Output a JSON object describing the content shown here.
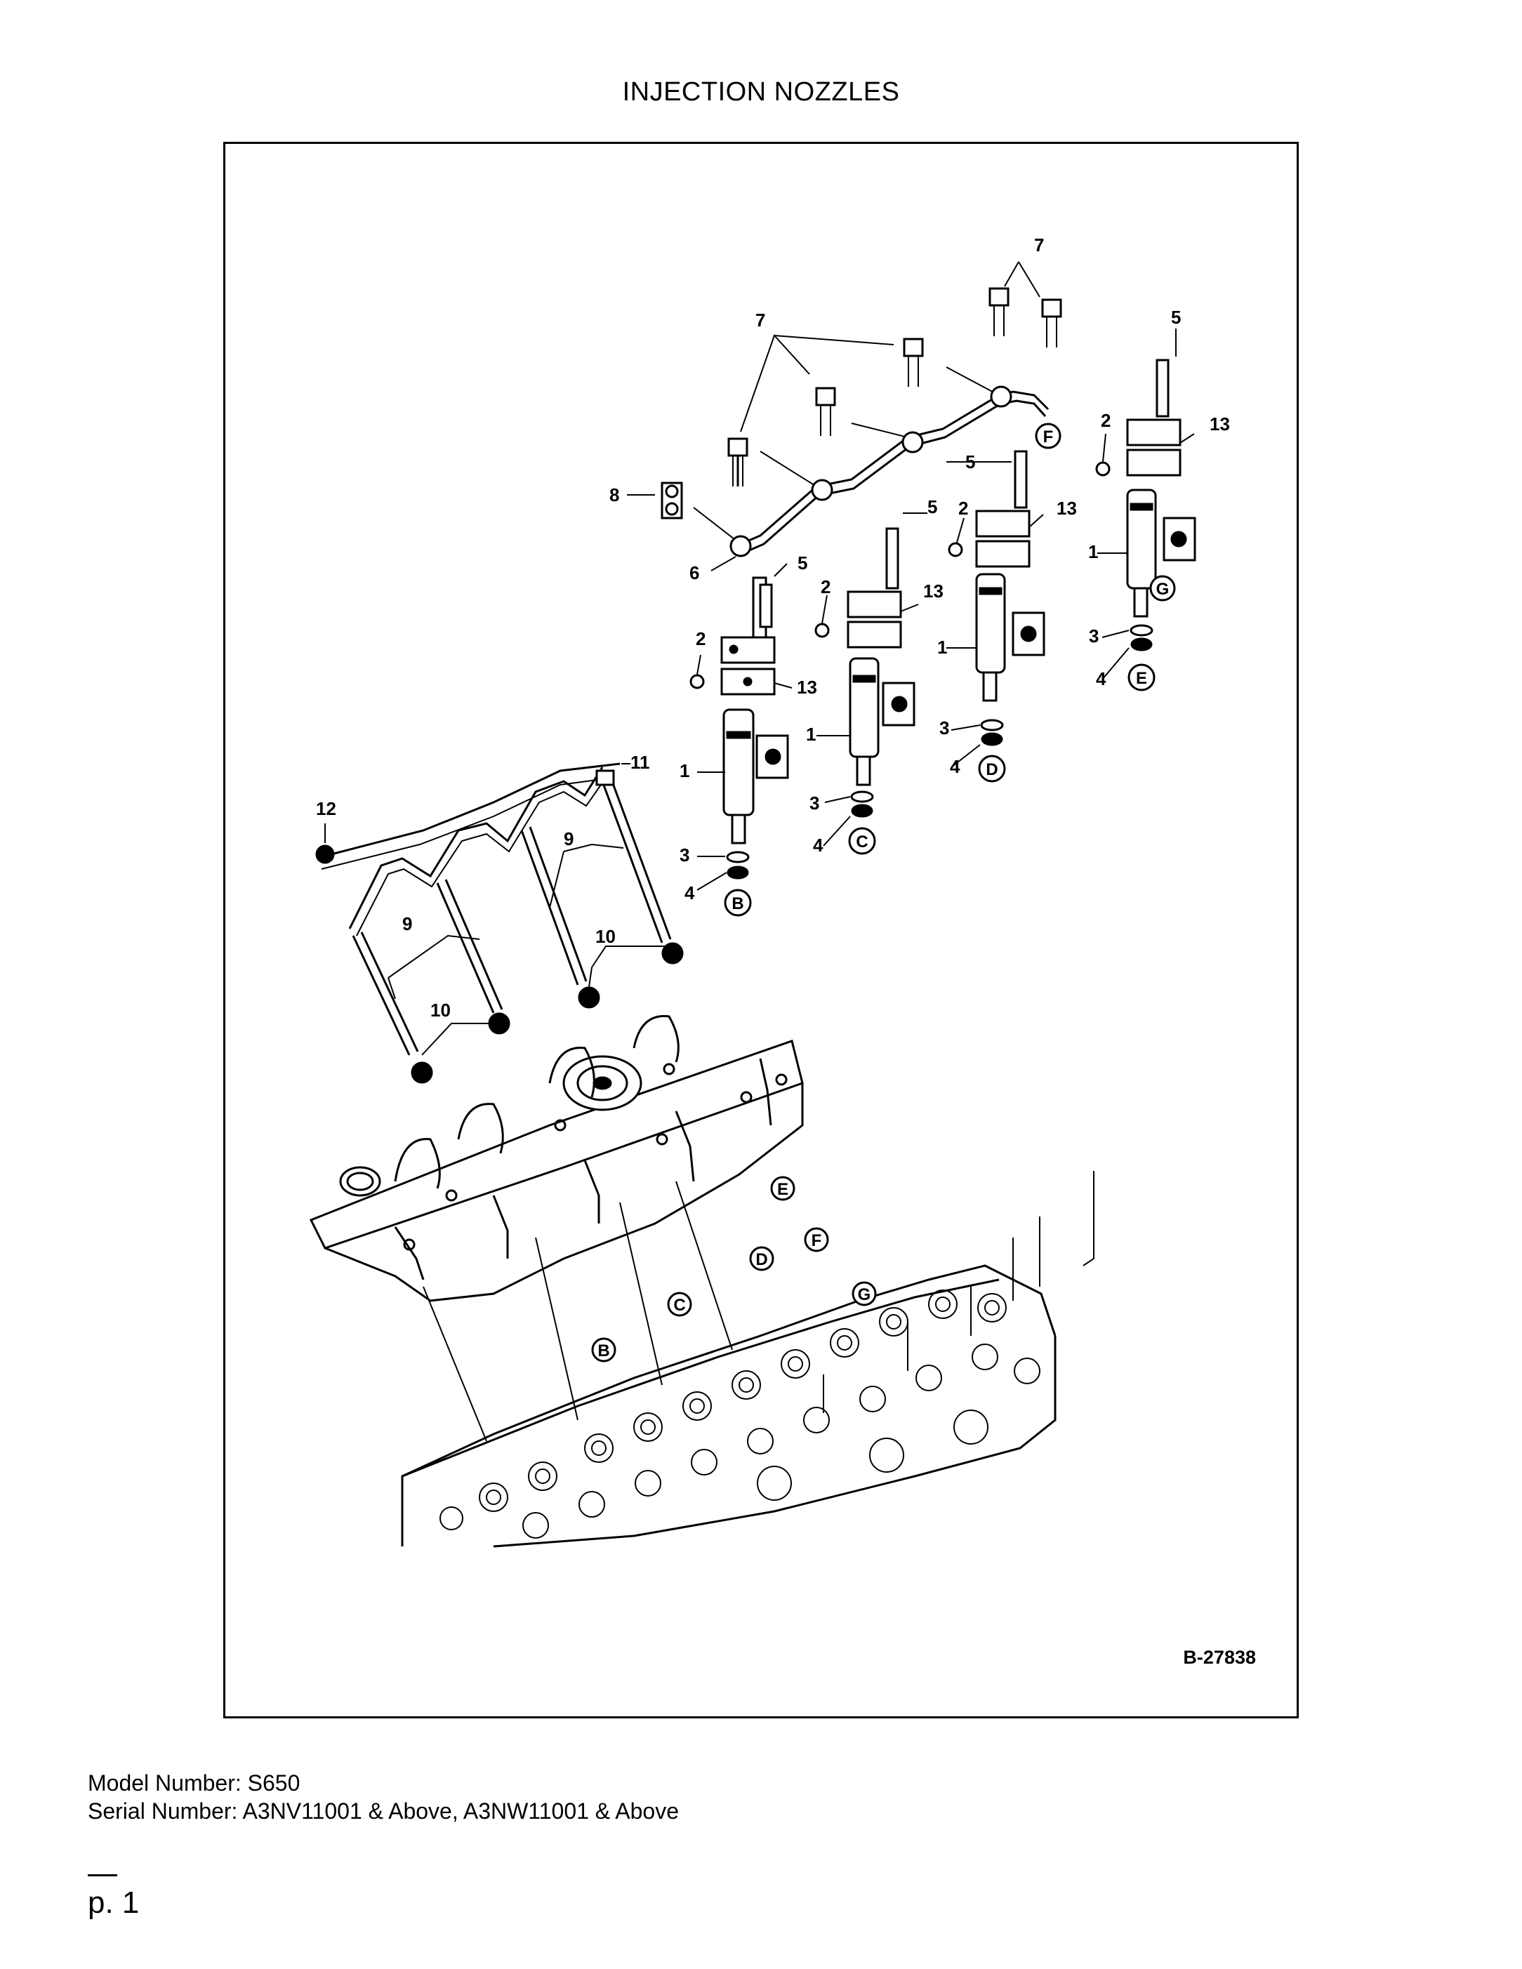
{
  "document": {
    "title": "INJECTION NOZZLES",
    "figure_id": "B-27838",
    "model_line": "Model Number: S650",
    "serial_line": "Serial Number: A3NV11001 & Above, A3NW11001 & Above",
    "page_label": "p. 1"
  },
  "callouts": {
    "n1": "1",
    "n2": "2",
    "n3": "3",
    "n4": "4",
    "n5": "5",
    "n6": "6",
    "n7": "7",
    "n8": "8",
    "n9": "9",
    "n10": "10",
    "n11": "11",
    "n12": "12",
    "n13": "13"
  },
  "ref_letters": {
    "b": "B",
    "c": "C",
    "d": "D",
    "e": "E",
    "f": "F",
    "g": "G"
  }
}
